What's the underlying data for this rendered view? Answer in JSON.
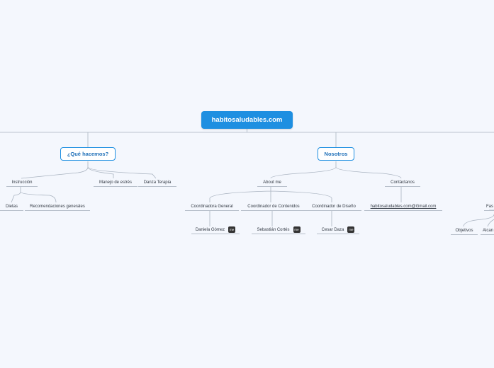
{
  "root": {
    "label": "habitosaludables.com"
  },
  "main_topics": {
    "que_hacemos": {
      "label": "¿Qué hacemos?"
    },
    "nosotros": {
      "label": "Nosotros"
    }
  },
  "que_hacemos": {
    "instruccion": "Instrucción",
    "manejo_estres": "Manejo de estrés",
    "danza_terapia": "Danza Terapia",
    "dietas": "Dietas",
    "recomendaciones": "Recomendaciones generales"
  },
  "nosotros": {
    "about_me": "About me",
    "contactanos": "Contáctanos",
    "email": "habitosaludables.com@Gmail.com",
    "roles": [
      {
        "title": "Coordinadora General",
        "person": "Daniela Gómez",
        "badge": "me"
      },
      {
        "title": "Coordinador de Contenidos",
        "person": "Sebastián Cortés",
        "badge": "me"
      },
      {
        "title": "Coordinador de Diseño",
        "person": "Cesar Daza",
        "badge": "me"
      }
    ]
  },
  "right_branch": {
    "partial": "Fas",
    "objetivos": "Objetivos",
    "alcance_partial": "Alcan"
  },
  "colors": {
    "accent": "#1e8fe1",
    "line": "#b7bfca",
    "background": "#f4f7fd"
  }
}
